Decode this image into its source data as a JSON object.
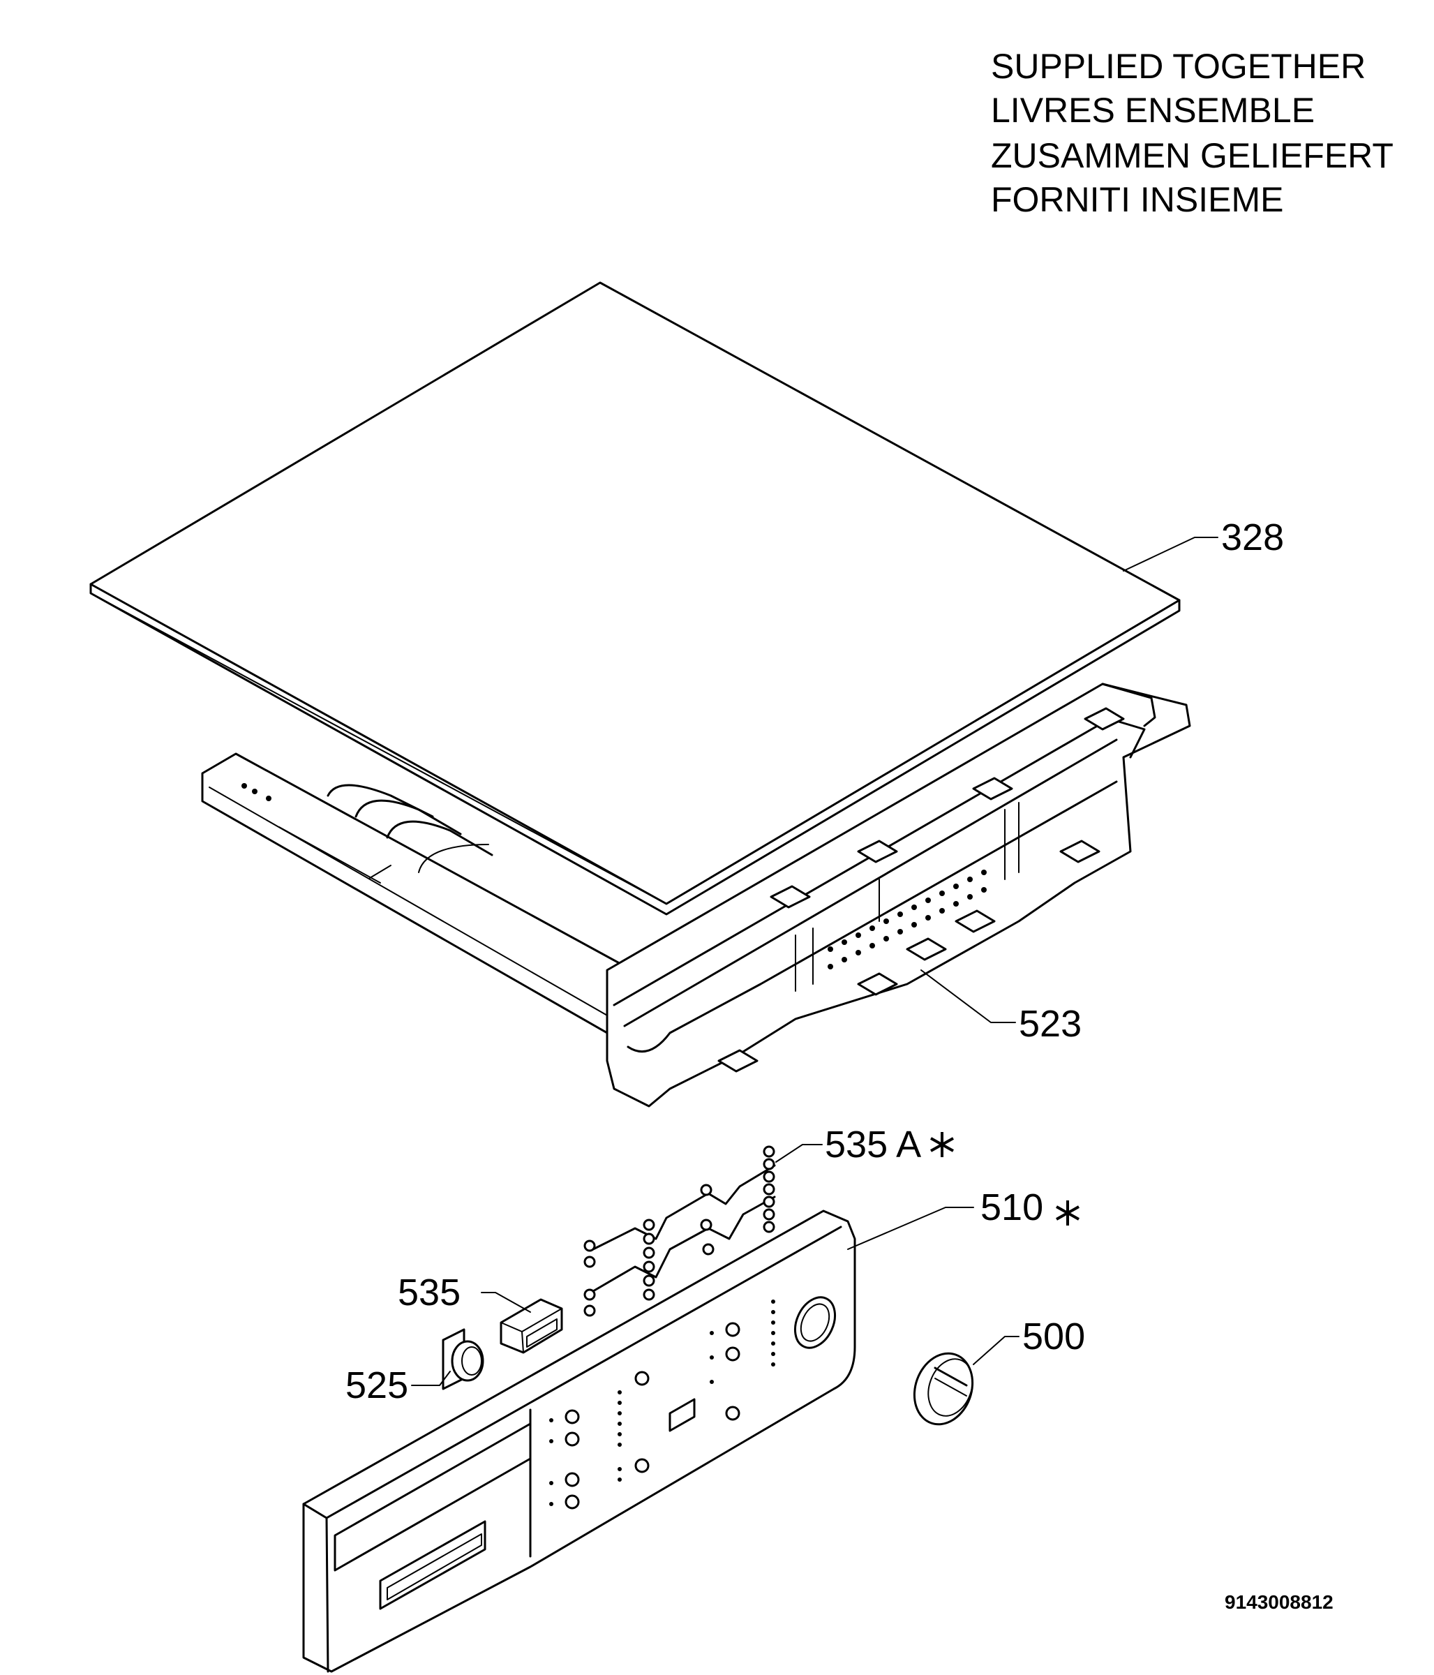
{
  "note": {
    "lines": [
      "SUPPLIED TOGETHER",
      "LIVRES ENSEMBLE",
      "ZUSAMMEN GELIEFERT",
      "FORNITI INSIEME"
    ]
  },
  "callouts": {
    "p328": "328",
    "p523": "523",
    "p535A": "535 A",
    "p510": "510",
    "p535": "535",
    "p500": "500",
    "p525": "525"
  },
  "doc_number": "9143008812",
  "icons": {
    "supplied_together_marker": "asterisk-icon"
  }
}
